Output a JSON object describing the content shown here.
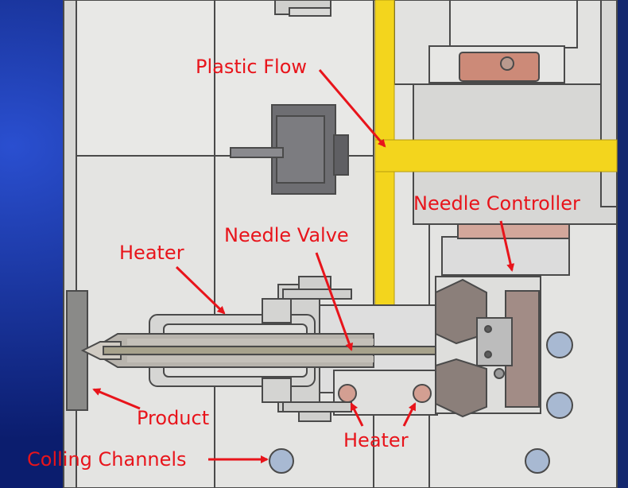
{
  "labels": {
    "plastic_flow": "Plastic Flow",
    "needle_controller": "Needle Controller",
    "needle_valve": "Needle Valve",
    "heater_top": "Heater",
    "heater_bottom": "Heater",
    "product": "Product",
    "cooling_channels": "Colling Channels"
  },
  "colors": {
    "background": "#0b1d6e",
    "plate": "#e4e4e2",
    "edge": "#4a4a4a",
    "flow": "#f3d51d",
    "label": "#e8141b",
    "heater_coil": "#d39f92",
    "cooling_channel": "#a8b9d2"
  }
}
